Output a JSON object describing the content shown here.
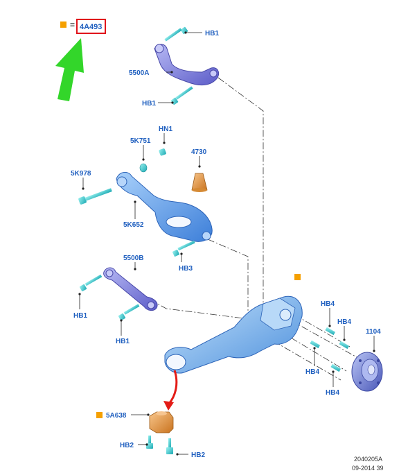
{
  "legend": {
    "part_number": "4A493",
    "equals": "=",
    "marker_color": "#f5a000",
    "box_color": "#e0141b",
    "arrow_color": "#33d62a"
  },
  "parts": {
    "upper_arm": "5500A",
    "upper_arm_bolt_top": "HB1",
    "upper_arm_bolt_bottom": "HB1",
    "nut": "HN1",
    "washer": "5K751",
    "lower_arm_bolt": "5K978",
    "spring_seat_bumper": "4730",
    "lower_arm": "5K652",
    "lower_arm_bolt_hb3": "HB3",
    "toe_link": "5500B",
    "toe_link_bolt_left": "HB1",
    "toe_link_bolt_bottom": "HB1",
    "knuckle_bolt_1": "HB4",
    "knuckle_bolt_2": "HB4",
    "knuckle_bolt_3": "HB4",
    "knuckle_bolt_4": "HB4",
    "hub_bearing": "1104",
    "bushing": "5A638",
    "bushing_bolt_left": "HB2",
    "bushing_bolt_right": "HB2"
  },
  "footer": {
    "drawing_id": "2040205A",
    "date_code": "09-2014 39"
  },
  "colors": {
    "label_blue": "#1f5fbf",
    "upper_arm": "#8080e0",
    "lower_arm": "#5a9cf0",
    "knuckle": "#7ab8ee",
    "bolt": "#3ccfd0",
    "bushing": "#e49a48",
    "red_arrow": "#e31b16"
  }
}
